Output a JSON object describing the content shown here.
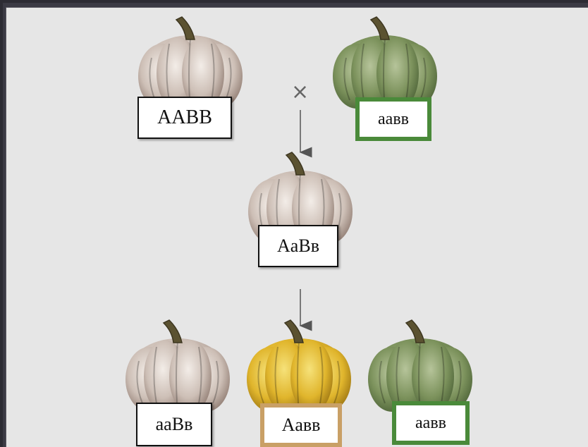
{
  "cross_symbol": "×",
  "parents": [
    {
      "genotype": "AABB",
      "color_name": "white",
      "frame": "plain"
    },
    {
      "genotype": "aaвв",
      "color_name": "green",
      "frame": "green"
    }
  ],
  "f1": {
    "genotype": "AaBв",
    "color_name": "white",
    "frame": "plain"
  },
  "f2": [
    {
      "genotype": "aaBв",
      "color_name": "white",
      "frame": "plain"
    },
    {
      "genotype": "Aaвв",
      "color_name": "yellow",
      "frame": "tan"
    },
    {
      "genotype": "aaвв",
      "color_name": "green",
      "frame": "green"
    }
  ],
  "colors": {
    "background": "#e6e6e6",
    "frame_green": "#4a8a3a",
    "frame_tan": "#c9a066",
    "pumpkin_white": "#d8cdc6",
    "pumpkin_green": "#7d9460",
    "pumpkin_yellow": "#e0b52c"
  }
}
